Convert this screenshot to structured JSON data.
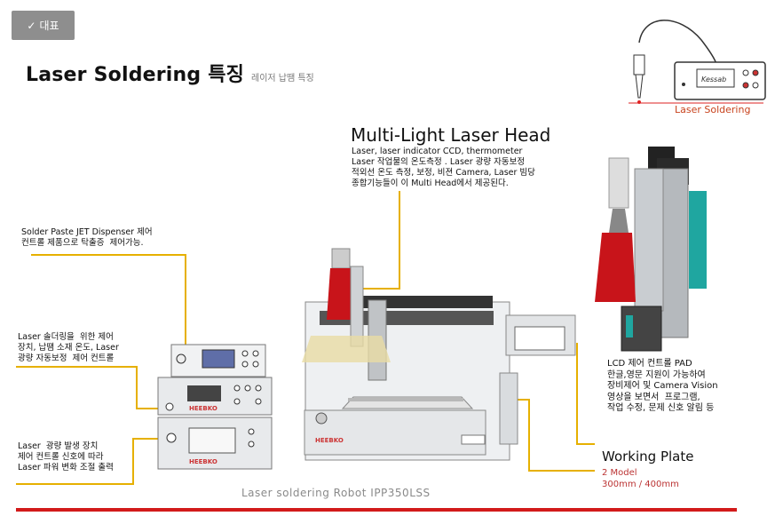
{
  "badge": {
    "check_icon": "check-icon",
    "label": "대표"
  },
  "title": "Laser Soldering 특징",
  "subtitle": "레이저 납땜 특징",
  "multi_light_head": {
    "title": "Multi-Light Laser Head",
    "desc": "Laser, laser indicator CCD, thermometer\nLaser 작업물의 온도측정 . Laser 광량 자동보정\n적외선 온도 측정, 보정, 비젼 Camera, Laser 빔당\n종합기능들이 이 Multi Head에서 제공된다."
  },
  "notes": {
    "jet": "Solder Paste JET Dispenser 제어\n컨트롤 제품으로 탁출증  제어가능.",
    "solder": "Laser 솔더링을  위한 제어\n장치, 납땜 소재 온도, Laser\n광량 자동보정  제어 컨트롤",
    "laser_gen": "Laser  광량 발생 장치\n제어 컨트롤 신호에 따라\nLaser 파워 변화 조절 출력",
    "pad": "LCD 제어 컨트롤 PAD\n한글,영문 지원이 가능하여\n장비제어 및 Camera Vision\n영상을 보면서  프로그램,\n작업 수정, 문제 신호 알림 등"
  },
  "working_plate": {
    "title": "Working Plate",
    "sub": "2 Model\n300mm / 400mm"
  },
  "robot_caption": "Laser soldering Robot IPP350LSS",
  "logo_label": "Laser Soldering",
  "brand": "HEEBKO",
  "colors": {
    "accent_red": "#d21a1a",
    "leader_yellow": "#e6b000",
    "head_red": "#c8141a"
  }
}
